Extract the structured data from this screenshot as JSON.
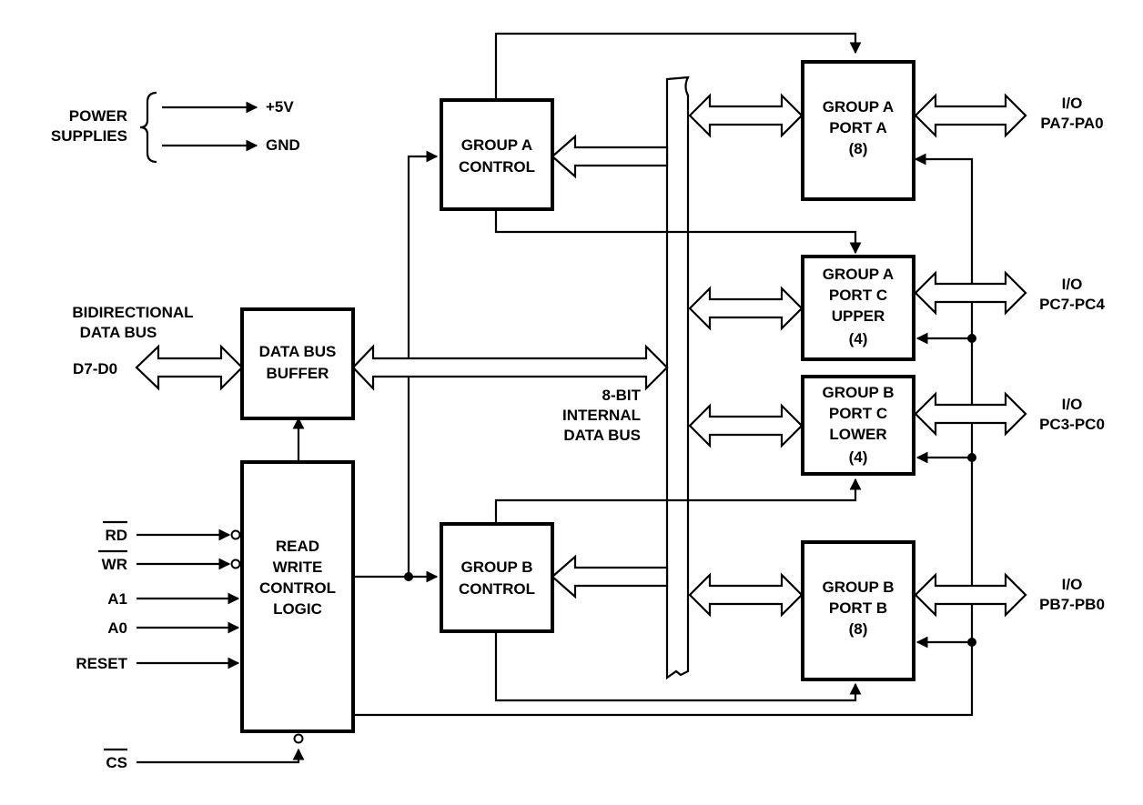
{
  "power": {
    "label": [
      "POWER",
      "SUPPLIES"
    ],
    "plus5v": "+5V",
    "gnd": "GND"
  },
  "data_bus": {
    "title": [
      "BIDIRECTIONAL",
      "DATA BUS"
    ],
    "pins": "D7-D0"
  },
  "internal_bus": {
    "label": [
      "8-BIT",
      "INTERNAL",
      "DATA BUS"
    ]
  },
  "blocks": {
    "data_bus_buffer": [
      "DATA BUS",
      "BUFFER"
    ],
    "rw_logic": [
      "READ",
      "WRITE",
      "CONTROL",
      "LOGIC"
    ],
    "group_a_control": [
      "GROUP A",
      "CONTROL"
    ],
    "group_b_control": [
      "GROUP B",
      "CONTROL"
    ],
    "group_a_port_a": [
      "GROUP A",
      "PORT A",
      "(8)"
    ],
    "group_a_port_c_upper": [
      "GROUP A",
      "PORT C",
      "UPPER",
      "(4)"
    ],
    "group_b_port_c_lower": [
      "GROUP B",
      "PORT C",
      "LOWER",
      "(4)"
    ],
    "group_b_port_b": [
      "GROUP B",
      "PORT B",
      "(8)"
    ]
  },
  "control_inputs": {
    "rd": "RD",
    "wr": "WR",
    "a1": "A1",
    "a0": "A0",
    "reset": "RESET",
    "cs": "CS"
  },
  "io": {
    "pa": [
      "I/O",
      "PA7-PA0"
    ],
    "pc_upper": [
      "I/O",
      "PC7-PC4"
    ],
    "pc_lower": [
      "I/O",
      "PC3-PC0"
    ],
    "pb": [
      "I/O",
      "PB7-PB0"
    ]
  }
}
